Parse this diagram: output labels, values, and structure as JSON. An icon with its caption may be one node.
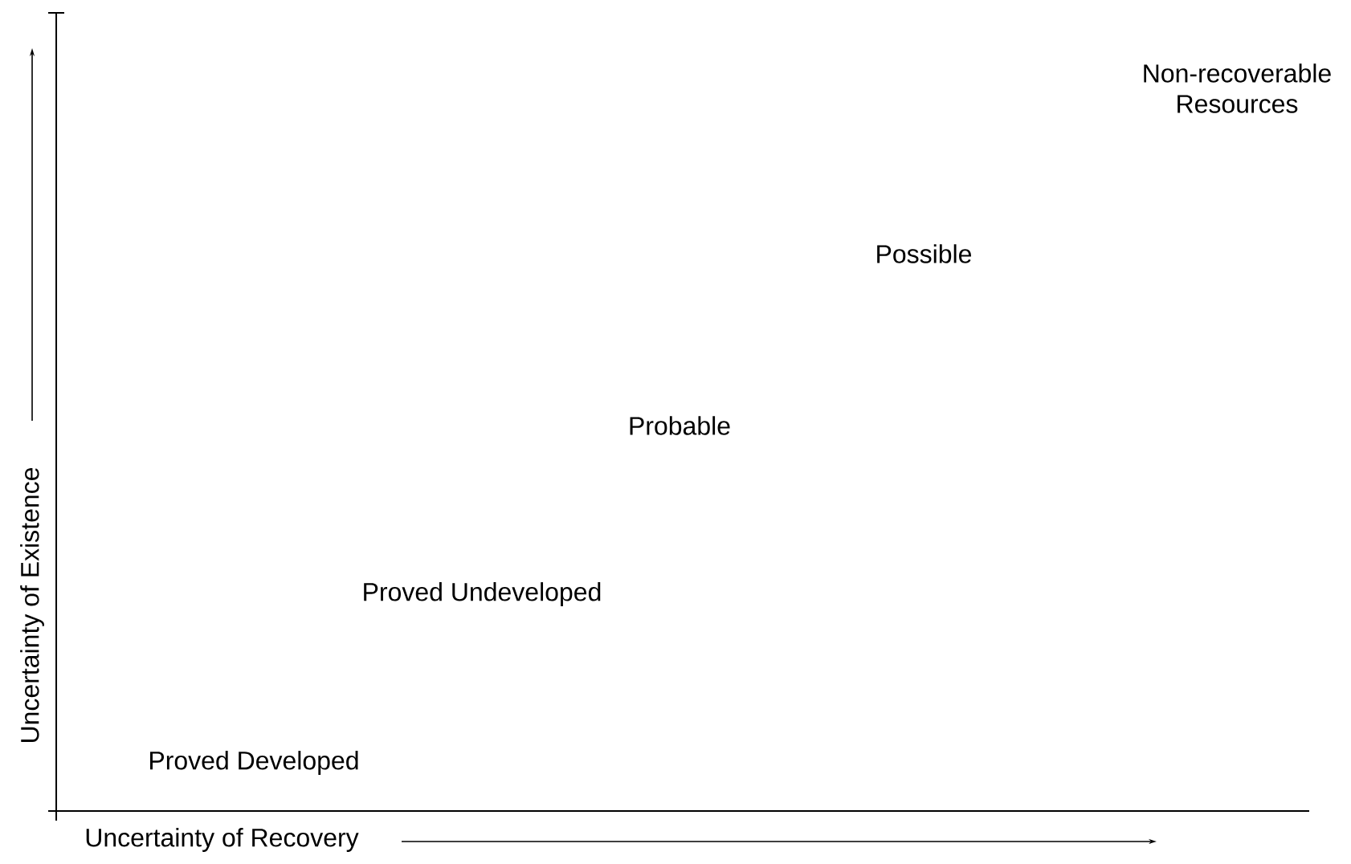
{
  "diagram": {
    "labels": [
      "Non-recoverable Resources",
      "Possible",
      "Probable",
      "Proved Undeveloped",
      "Proved Developed",
      "Uncertainty of Existence",
      "Uncertainty of Recovery"
    ]
  }
}
